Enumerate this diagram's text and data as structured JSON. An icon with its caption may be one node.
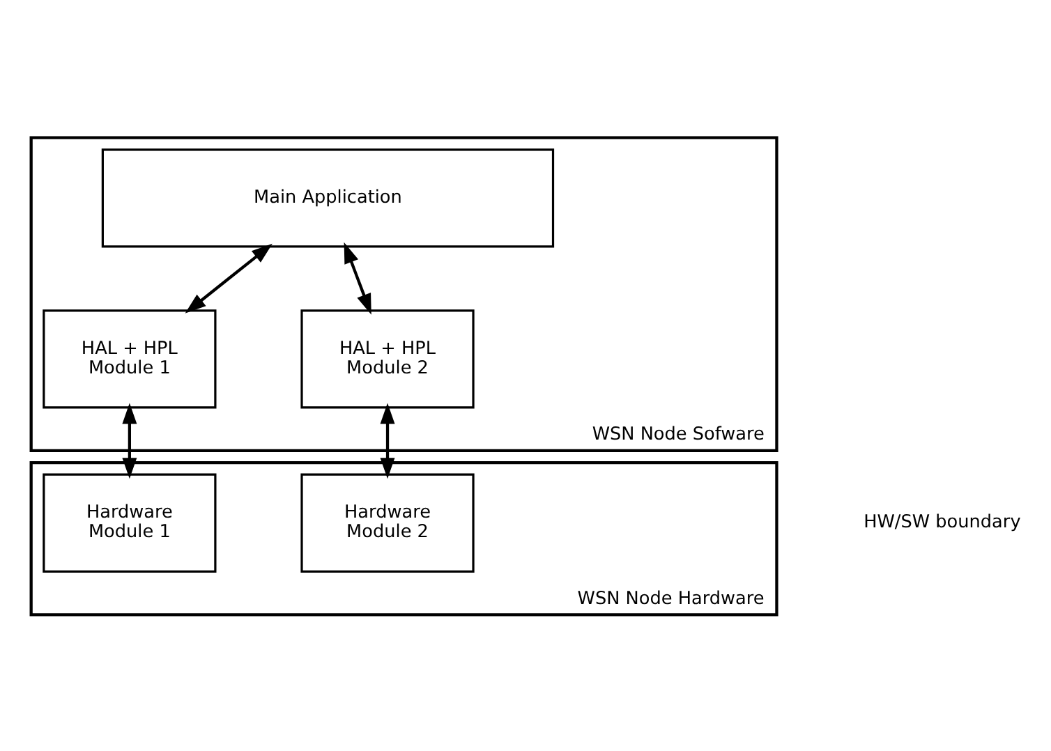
{
  "diagram": {
    "nodes": [
      {
        "text": [
          "WSN Node Sofware"
        ]
      },
      {
        "text": [
          "Main Application"
        ],
        "in": 0
      },
      {
        "text": [
          "HAL + HPL Module 1"
        ],
        "in": 0
      },
      {
        "text": [
          "HAL + HPL Module 2"
        ],
        "in": 0
      },
      {
        "text": [
          "WSN Node Hardware"
        ]
      },
      {
        "text": [
          "Hardware Module 1"
        ],
        "in": 4
      },
      {
        "text": [
          "Hardware Module 2"
        ],
        "in": 4
      }
    ],
    "edges": [
      {
        "from": 1,
        "to": 2,
        "arrow": "both"
      },
      {
        "from": 1,
        "to": 3,
        "arrow": "both"
      },
      {
        "from": 2,
        "to": 5,
        "arrow": "both"
      },
      {
        "from": 3,
        "to": 6,
        "arrow": "both"
      }
    ],
    "labels": [
      "HW/SW boundary"
    ]
  }
}
